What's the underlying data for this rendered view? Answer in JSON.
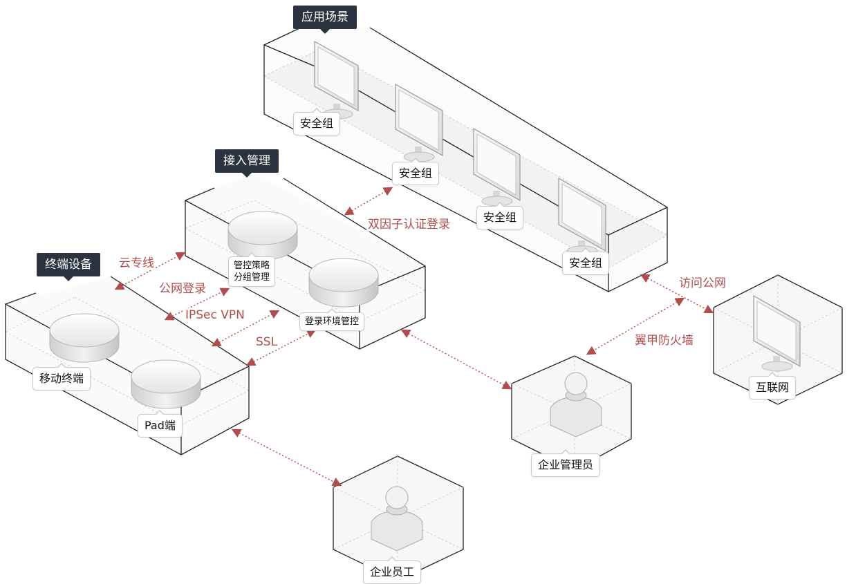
{
  "groups": {
    "app_scene": "应用场景",
    "access_mgmt": "接入管理",
    "terminal": "终端设备"
  },
  "nodes": {
    "sg1": "安全组",
    "sg2": "安全组",
    "sg3": "安全组",
    "sg4": "安全组",
    "policy_line1": "管控策略",
    "policy_line2": "分组管理",
    "login_env": "登录环境管控",
    "mobile": "移动终端",
    "pad": "Pad端",
    "admin": "企业管理员",
    "employee": "企业员工",
    "internet": "互联网"
  },
  "connections": {
    "cloud_line": "云专线",
    "public_login": "公网登录",
    "ipsec": "IPSec VPN",
    "ssl": "SSL",
    "two_factor": "双因子认证登录",
    "visit_public": "访问公网",
    "firewall": "翼甲防火墙"
  },
  "colors": {
    "connector": "#b04e4e",
    "title_bg": "#2b3340",
    "box_line": "#222222"
  }
}
